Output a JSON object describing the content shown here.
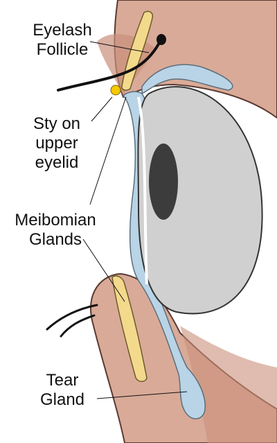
{
  "labels": {
    "eyelash_follicle": "Eyelash\nFollicle",
    "sty_on_upper_eyelid": "Sty on\nupper\neyelid",
    "meibomian_glands": "Meibomian\nGlands",
    "tear_gland": "Tear\nGland"
  },
  "colors": {
    "skin": "#d9aa98",
    "skin_dark": "#c98f7a",
    "skin_outline": "#5a3a30",
    "gland": "#f2d98c",
    "tear_duct": "#b9d4e6",
    "eyeball": "#d0d0d0",
    "pupil": "#3c3c3c",
    "sty": "#f5c800",
    "lash": "#111111"
  }
}
